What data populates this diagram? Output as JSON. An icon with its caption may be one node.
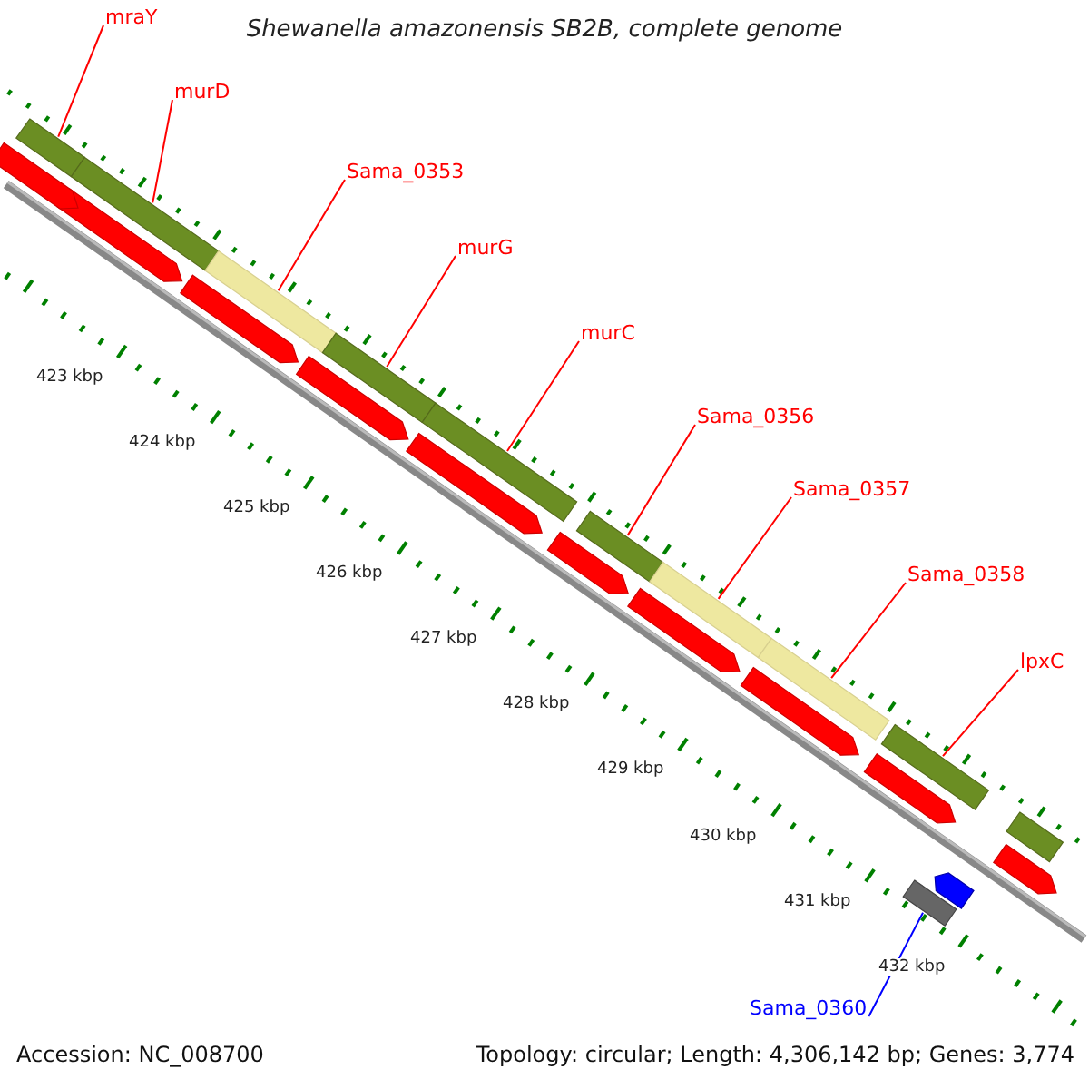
{
  "diagram": {
    "title": "Shewanella amazonensis SB2B, complete genome",
    "nodes": [
      {
        "text": [
          "mraY"
        ]
      },
      {
        "text": [
          "murD"
        ]
      },
      {
        "text": [
          "Sama_0353"
        ]
      },
      {
        "text": [
          "murG"
        ]
      },
      {
        "text": [
          "murC"
        ]
      },
      {
        "text": [
          "Sama_0356"
        ]
      },
      {
        "text": [
          "Sama_0357"
        ]
      },
      {
        "text": [
          "Sama_0358"
        ]
      },
      {
        "text": [
          "lpxC"
        ]
      },
      {
        "text": [
          "Sama_0360"
        ]
      },
      {
        "text": [],
        "shape": "bar"
      },
      {
        "text": [],
        "shape": "bar"
      },
      {
        "text": [],
        "shape": "bar"
      },
      {
        "text": [],
        "shape": "bar"
      },
      {
        "text": [],
        "shape": "bar"
      },
      {
        "text": [],
        "shape": "bar"
      },
      {
        "text": [],
        "shape": "bar"
      },
      {
        "text": [],
        "shape": "bar"
      },
      {
        "text": [],
        "shape": "bar"
      },
      {
        "text": [],
        "shape": "bar"
      }
    ],
    "edges": [
      {
        "from": 0,
        "to": 10,
        "arrow": "none"
      },
      {
        "from": 1,
        "to": 11,
        "arrow": "none"
      },
      {
        "from": 2,
        "to": 12,
        "arrow": "none"
      },
      {
        "from": 3,
        "to": 13,
        "arrow": "none"
      },
      {
        "from": 4,
        "to": 14,
        "arrow": "none"
      },
      {
        "from": 5,
        "to": 15,
        "arrow": "none"
      },
      {
        "from": 6,
        "to": 16,
        "arrow": "none"
      },
      {
        "from": 7,
        "to": 17,
        "arrow": "none"
      },
      {
        "from": 8,
        "to": 18,
        "arrow": "none"
      },
      {
        "from": 9,
        "to": 19,
        "arrow": "none",
        "color": "#0000ff"
      }
    ],
    "labels": [
      "423 kbp",
      "424 kbp",
      "425 kbp",
      "426 kbp",
      "427 kbp",
      "428 kbp",
      "429 kbp",
      "430 kbp",
      "431 kbp",
      "432 kbp",
      "Accession: NC_008700",
      "Topology: circular; Length: 4,306,142 bp; Genes: 3,774"
    ]
  }
}
